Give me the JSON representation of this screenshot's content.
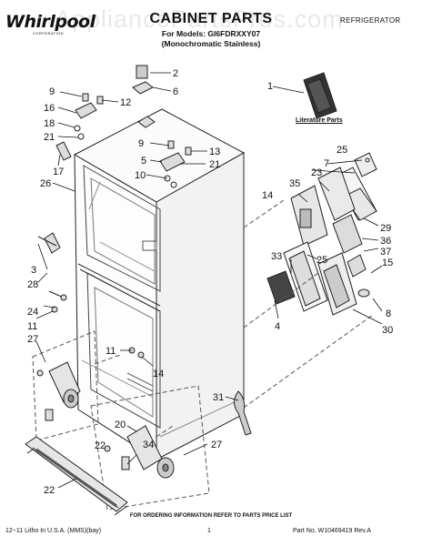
{
  "header": {
    "brand": "Whirlpool",
    "brand_sub": "CORPORATION",
    "title": "CABINET PARTS",
    "models_line1": "For Models: GI6FDRXXY07",
    "models_line2": "(Monochromatic Stainless)",
    "category": "REFRIGERATOR",
    "watermark": "AppliancePartsPros.com"
  },
  "diagram": {
    "literature_label": "Literature Parts",
    "callouts": [
      {
        "id": "c1",
        "label": "1"
      },
      {
        "id": "c2",
        "label": "2"
      },
      {
        "id": "c3",
        "label": "3"
      },
      {
        "id": "c4",
        "label": "4"
      },
      {
        "id": "c5",
        "label": "5"
      },
      {
        "id": "c6",
        "label": "6"
      },
      {
        "id": "c7",
        "label": "7"
      },
      {
        "id": "c8",
        "label": "8"
      },
      {
        "id": "c9a",
        "label": "9"
      },
      {
        "id": "c9b",
        "label": "9"
      },
      {
        "id": "c10",
        "label": "10"
      },
      {
        "id": "c11a",
        "label": "11"
      },
      {
        "id": "c11b",
        "label": "11"
      },
      {
        "id": "c12",
        "label": "12"
      },
      {
        "id": "c13",
        "label": "13"
      },
      {
        "id": "c14a",
        "label": "14"
      },
      {
        "id": "c14b",
        "label": "14"
      },
      {
        "id": "c15",
        "label": "15"
      },
      {
        "id": "c16",
        "label": "16"
      },
      {
        "id": "c17",
        "label": "17"
      },
      {
        "id": "c18",
        "label": "18"
      },
      {
        "id": "c20",
        "label": "20"
      },
      {
        "id": "c21a",
        "label": "21"
      },
      {
        "id": "c21b",
        "label": "21"
      },
      {
        "id": "c22",
        "label": "22"
      },
      {
        "id": "c23",
        "label": "23"
      },
      {
        "id": "c24",
        "label": "24"
      },
      {
        "id": "c25a",
        "label": "25"
      },
      {
        "id": "c25b",
        "label": "25"
      },
      {
        "id": "c26",
        "label": "26"
      },
      {
        "id": "c27a",
        "label": "27"
      },
      {
        "id": "c27b",
        "label": "27"
      },
      {
        "id": "c28",
        "label": "28"
      },
      {
        "id": "c29",
        "label": "29"
      },
      {
        "id": "c30",
        "label": "30"
      },
      {
        "id": "c31",
        "label": "31"
      },
      {
        "id": "c33",
        "label": "33"
      },
      {
        "id": "c34",
        "label": "34"
      },
      {
        "id": "c35",
        "label": "35"
      },
      {
        "id": "c36",
        "label": "36"
      },
      {
        "id": "c37",
        "label": "37"
      }
    ]
  },
  "footer": {
    "note": "FOR ORDERING INFORMATION REFER TO PARTS PRICE LIST",
    "left": "12−11 Litho In U.S.A. (MMS)(bay)",
    "page": "1",
    "right": "Part No. W10469419 Rev.A"
  }
}
